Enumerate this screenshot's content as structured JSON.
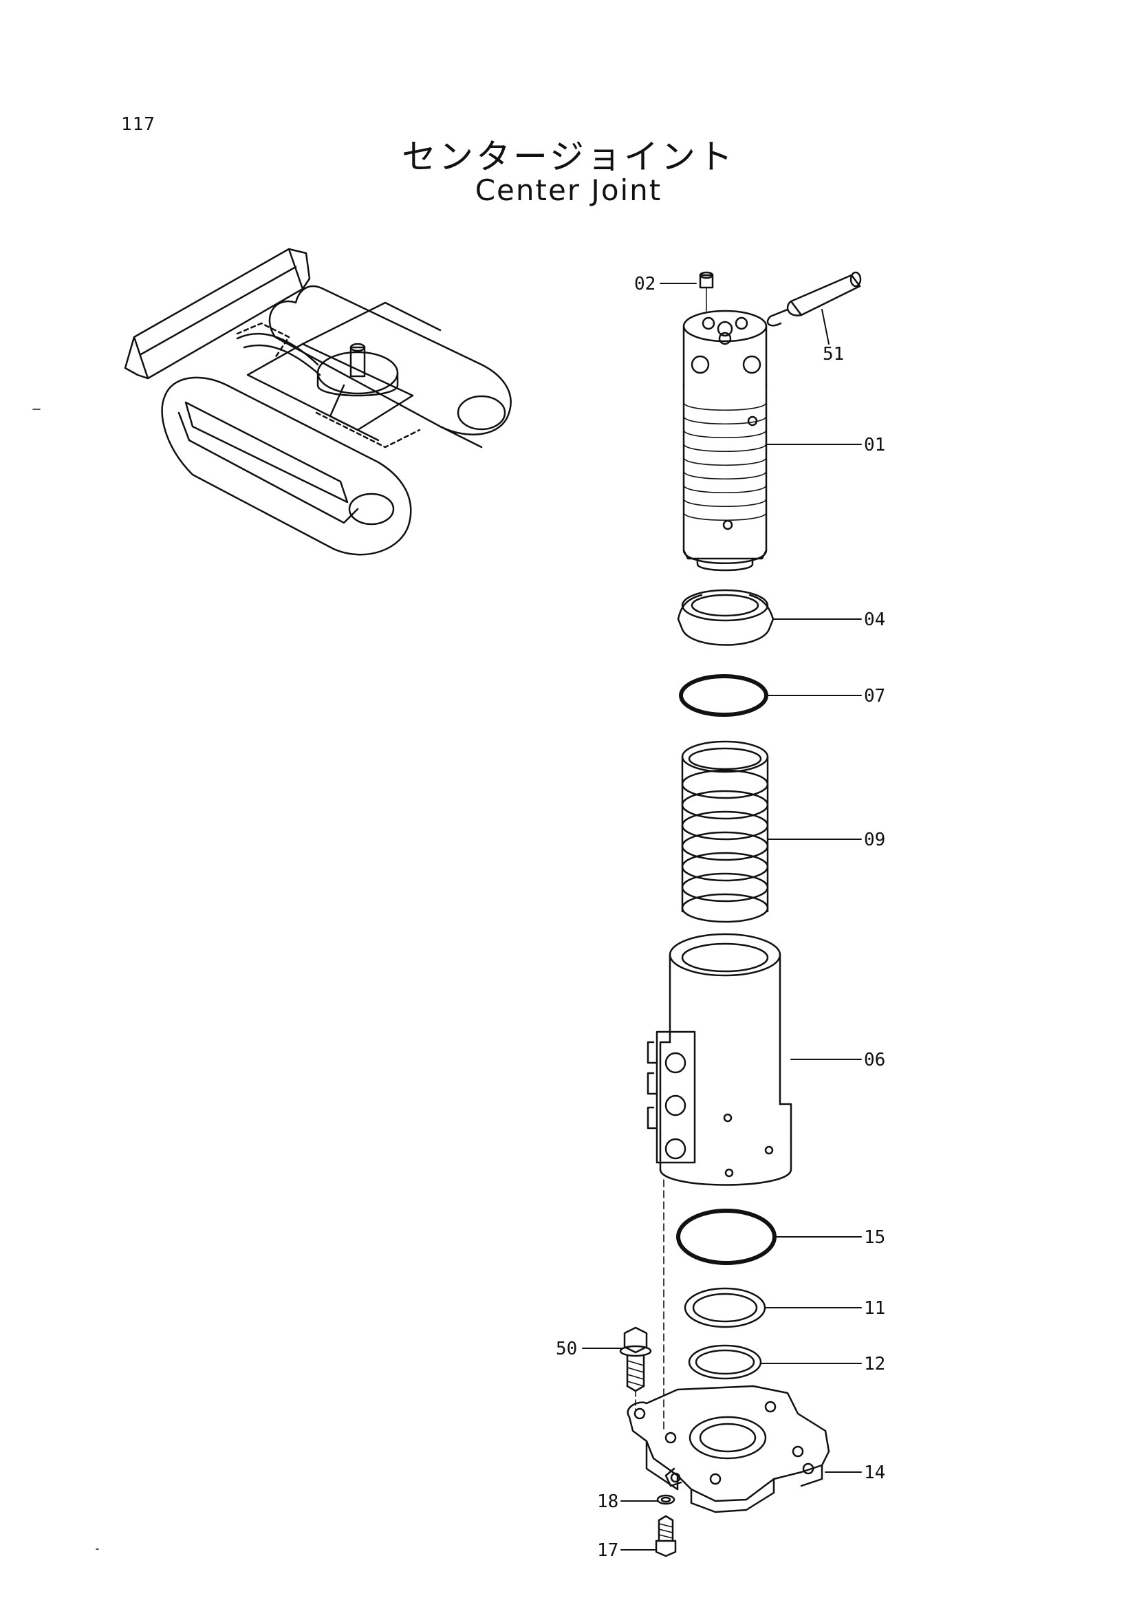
{
  "page_number": "117",
  "title_japanese": "センタージョイント",
  "title_english": "Center Joint",
  "labels": [
    "02",
    "51",
    "01",
    "04",
    "07",
    "09",
    "06",
    "15",
    "11",
    "50",
    "12",
    "14",
    "18",
    "17"
  ]
}
